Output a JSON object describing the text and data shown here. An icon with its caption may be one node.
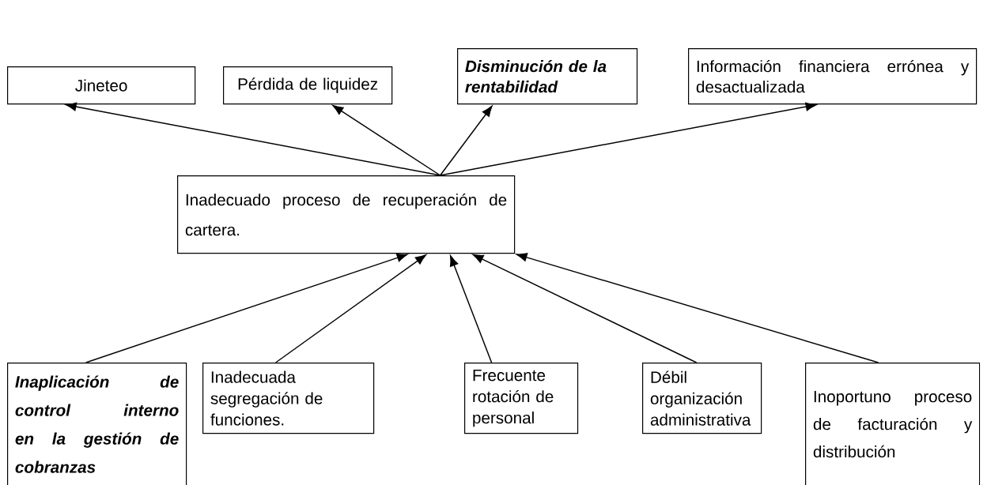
{
  "diagram": {
    "nodes": [
      {
        "text": [
          "Jineteo"
        ]
      },
      {
        "text": [
          "Pérdida de liquidez"
        ]
      },
      {
        "text": [
          "Disminución de la rentabilidad"
        ]
      },
      {
        "text": [
          "Información financiera errónea y desactualizada"
        ]
      },
      {
        "text": [
          "Inadecuado proceso de recuperación de cartera."
        ]
      },
      {
        "text": [
          "Inaplicación de control interno en la gestión de cobranzas"
        ]
      },
      {
        "text": [
          "Inadecuada segregación de funciones."
        ]
      },
      {
        "text": [
          "Frecuente rotación de personal"
        ]
      },
      {
        "text": [
          "Débil organización administrativa"
        ]
      },
      {
        "text": [
          "Inoportuno proceso de facturación y distribución"
        ]
      }
    ],
    "edges": [
      {
        "from": 4,
        "to": 0,
        "arrow": "to"
      },
      {
        "from": 4,
        "to": 1,
        "arrow": "to"
      },
      {
        "from": 4,
        "to": 2,
        "arrow": "to"
      },
      {
        "from": 4,
        "to": 3,
        "arrow": "to"
      },
      {
        "from": 5,
        "to": 4,
        "arrow": "to"
      },
      {
        "from": 6,
        "to": 4,
        "arrow": "to"
      },
      {
        "from": 7,
        "to": 4,
        "arrow": "to"
      },
      {
        "from": 8,
        "to": 4,
        "arrow": "to"
      },
      {
        "from": 9,
        "to": 4,
        "arrow": "to"
      }
    ]
  }
}
